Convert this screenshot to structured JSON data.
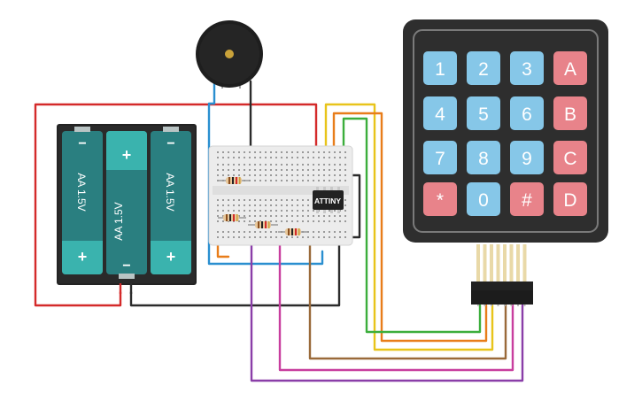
{
  "battery": {
    "cells": [
      {
        "label": "AA 1.5V",
        "top_symbol": "−",
        "bottom_symbol": "+"
      },
      {
        "label": "AA 1.5V",
        "top_symbol": "+",
        "bottom_symbol": "−"
      },
      {
        "label": "AA 1.5V",
        "top_symbol": "−",
        "bottom_symbol": "+"
      }
    ]
  },
  "chip": {
    "label": "ATTINY"
  },
  "keypad": {
    "keys": [
      "1",
      "2",
      "3",
      "A",
      "4",
      "5",
      "6",
      "B",
      "7",
      "8",
      "9",
      "C",
      "*",
      "0",
      "#",
      "D"
    ]
  },
  "colors": {
    "wire_red": "#d42a2a",
    "wire_black": "#2b2b2b",
    "wire_blue": "#2a8fd0",
    "wire_yellow": "#e8c41a",
    "wire_orange": "#e87d1a",
    "wire_green": "#3cae3c",
    "wire_brown": "#9a6a3a",
    "wire_magenta": "#c83e9e",
    "wire_purple": "#8a3ea8",
    "key_blue": "#86c7e8",
    "key_red": "#e8838a",
    "battery_teal": "#2a7f80",
    "keypad_body": "#2e2e2e"
  }
}
